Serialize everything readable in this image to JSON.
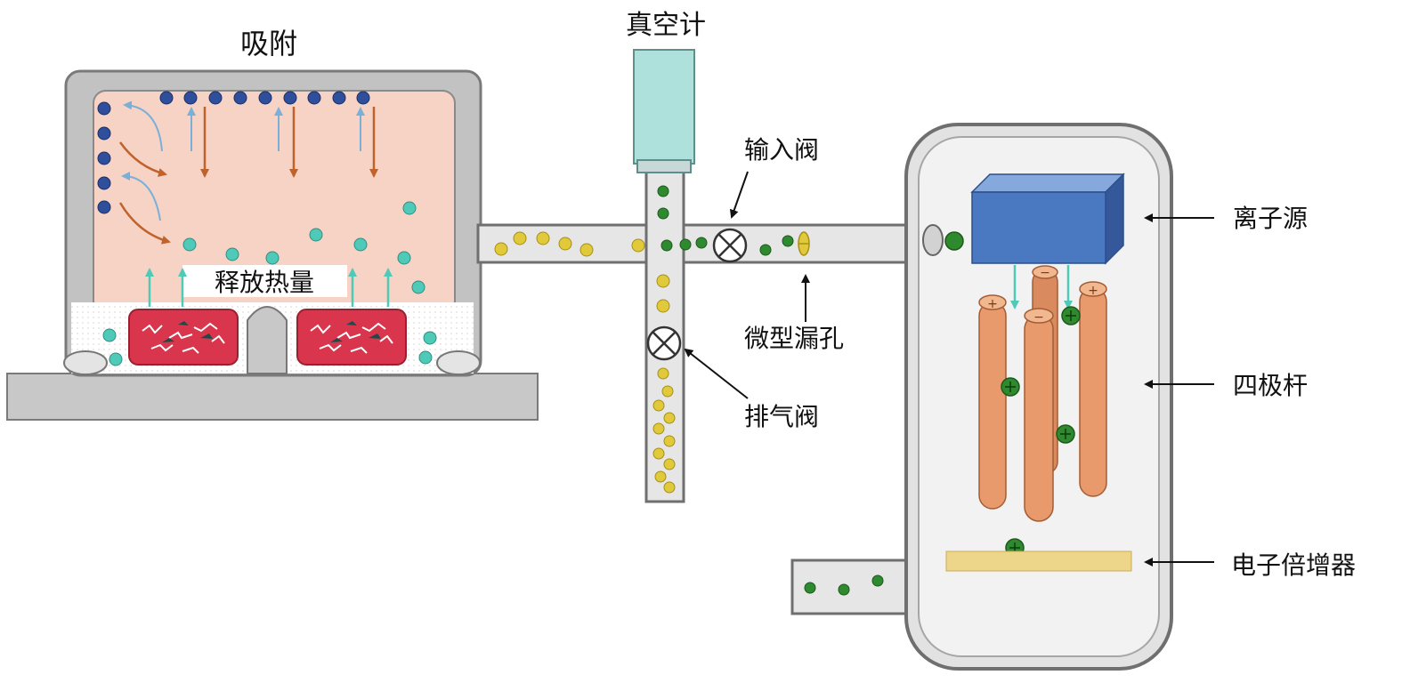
{
  "labels": {
    "adsorption": "吸附",
    "heat_release": "释放热量",
    "vacuum_gauge": "真空计",
    "inlet_valve": "输入阀",
    "micro_leak": "微型漏孔",
    "exhaust_valve": "排气阀",
    "ion_source": "离子源",
    "quadrupole": "四极杆",
    "electron_multiplier": "电子倍增器"
  },
  "rod_signs": {
    "plus": "+",
    "minus": "−"
  },
  "colors": {
    "chamber_fill": "#f6d3c4",
    "wall": "#bdbdbd",
    "wall_edge": "#7a7a7a",
    "adsorbed_molecule": "#2f4f9c",
    "free_molecule": "#4fc9b8",
    "gas_molecule": "#e0c93a",
    "ion": "#2f8a2f",
    "ion_source_box": "#4a79c2",
    "rod": "#e89a6d",
    "multiplier": "#edd58a",
    "gauge": "#aee0dc",
    "heater": "#d9364d",
    "arrow_down": "#c0622b",
    "arrow_up": "#7ab0d8"
  },
  "icons": {
    "valve": "valve-icon",
    "arrow": "arrow-icon"
  }
}
